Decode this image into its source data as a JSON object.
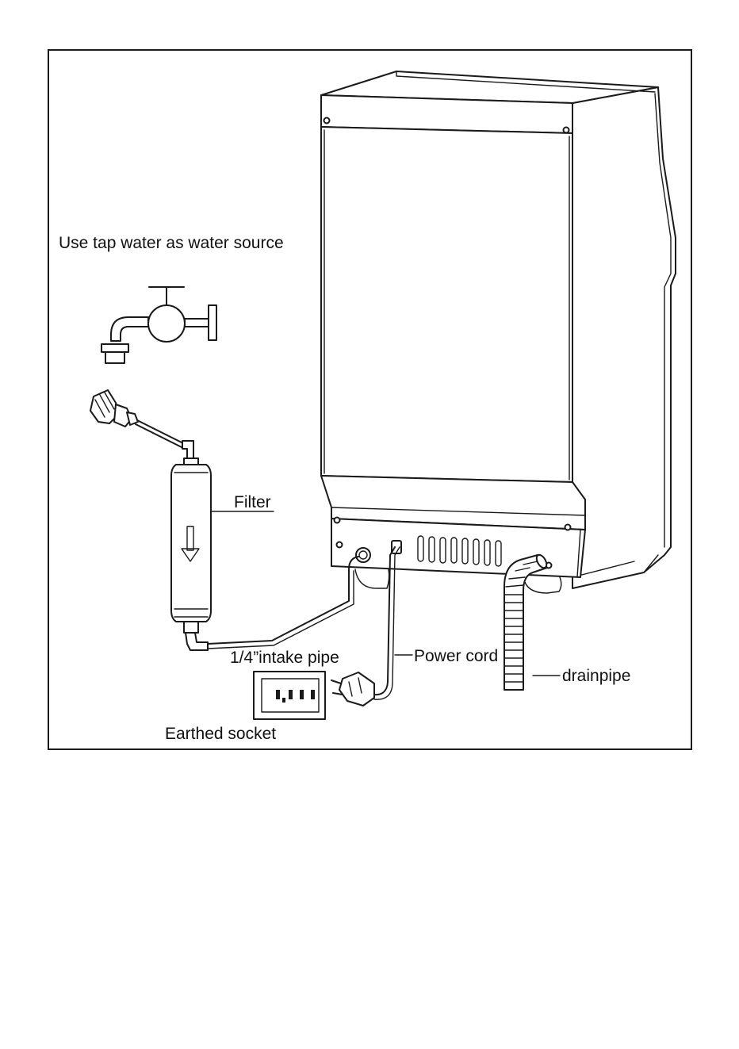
{
  "labels": {
    "water_source": "Use tap water as water source",
    "filter": "Filter",
    "intake_pipe": "1/4”intake pipe",
    "power_cord": "Power cord",
    "drainpipe": "drainpipe",
    "earthed_socket": "Earthed socket"
  },
  "icons": {
    "tap": "tap-icon",
    "filter_arrow": "down-arrow-icon",
    "socket": "socket-icon",
    "plug": "plug-icon"
  },
  "colors": {
    "line": "#1a1a1a",
    "background": "#ffffff"
  }
}
